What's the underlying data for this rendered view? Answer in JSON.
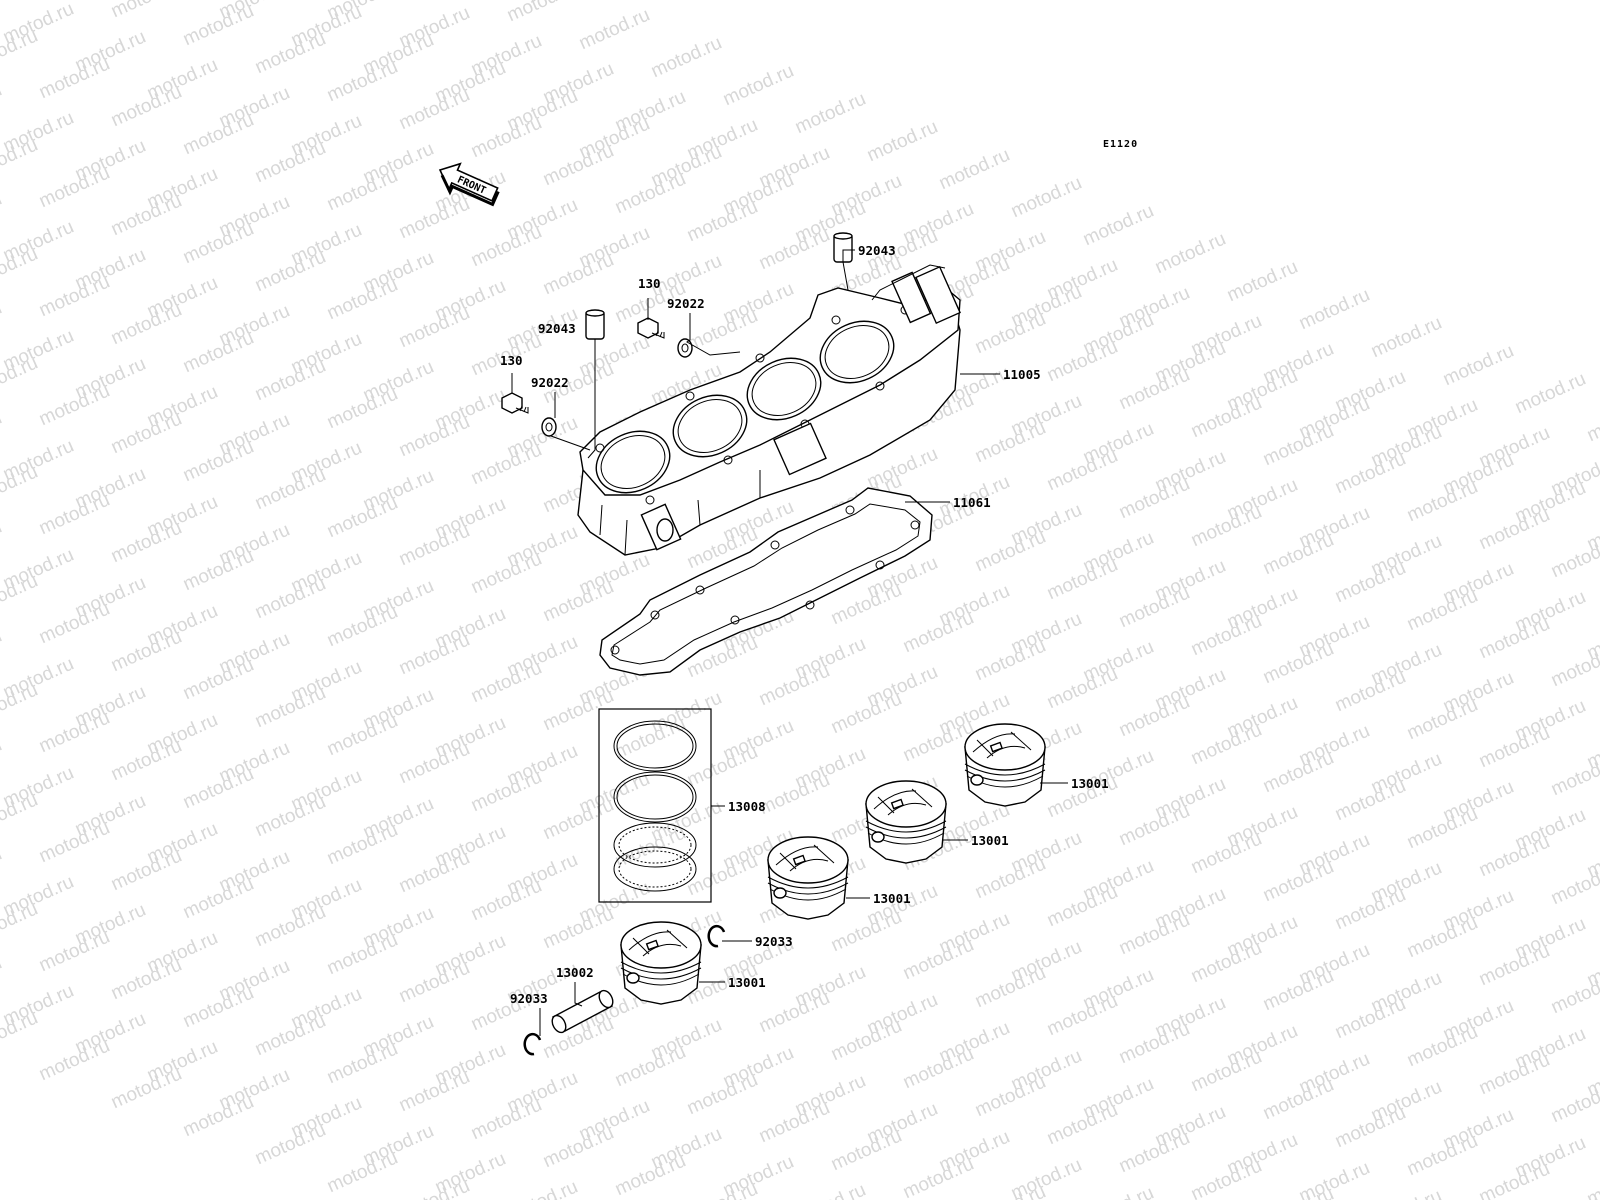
{
  "diagram_code": "E1120",
  "front_arrow_text": "FRONT",
  "watermark_text": "motod.ru",
  "callouts": {
    "dowel_top": "92043",
    "dowel_left": "92043",
    "bolt_upper": "130",
    "washer_upper": "92022",
    "bolt_lower": "130",
    "washer_lower": "92022",
    "cylinder": "11005",
    "gasket": "11061",
    "ring_set": "13008",
    "piston_1": "13001",
    "piston_2": "13001",
    "piston_3": "13001",
    "piston_4": "13001",
    "circlip_right": "92033",
    "circlip_left": "92033",
    "piston_pin": "13002"
  }
}
